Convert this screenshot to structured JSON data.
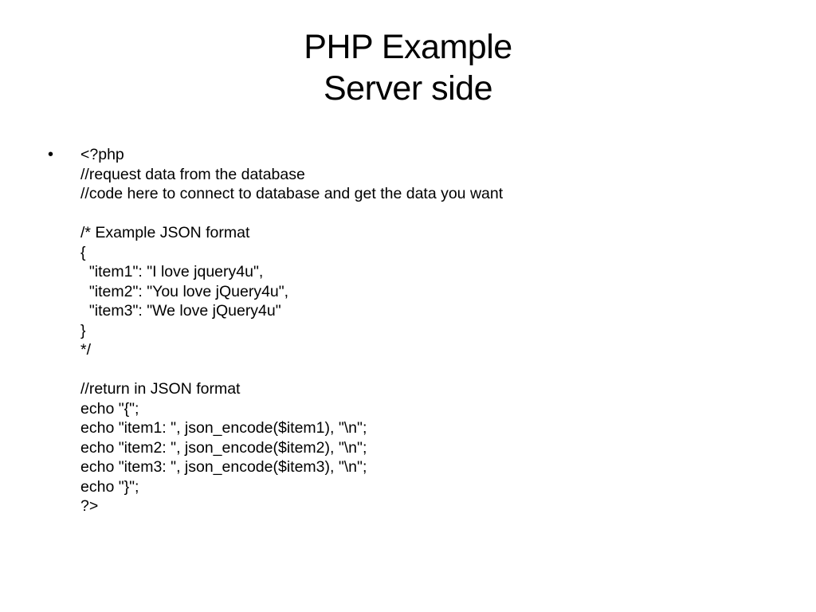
{
  "slide": {
    "title_lines": [
      "PHP Example",
      "Server side"
    ],
    "bullet_symbol": "•",
    "code_lines": [
      "<?php",
      "//request data from the database",
      "//code here to connect to database and get the data you want",
      "",
      "/* Example JSON format",
      "{",
      "  \"item1\": \"I love jquery4u\",",
      "  \"item2\": \"You love jQuery4u\",",
      "  \"item3\": \"We love jQuery4u\"",
      "}",
      "*/",
      "",
      "//return in JSON format",
      "echo \"{\";",
      "echo \"item1: \", json_encode($item1), \"\\n\";",
      "echo \"item2: \", json_encode($item2), \"\\n\";",
      "echo \"item3: \", json_encode($item3), \"\\n\";",
      "echo \"}\";",
      "?>"
    ]
  }
}
